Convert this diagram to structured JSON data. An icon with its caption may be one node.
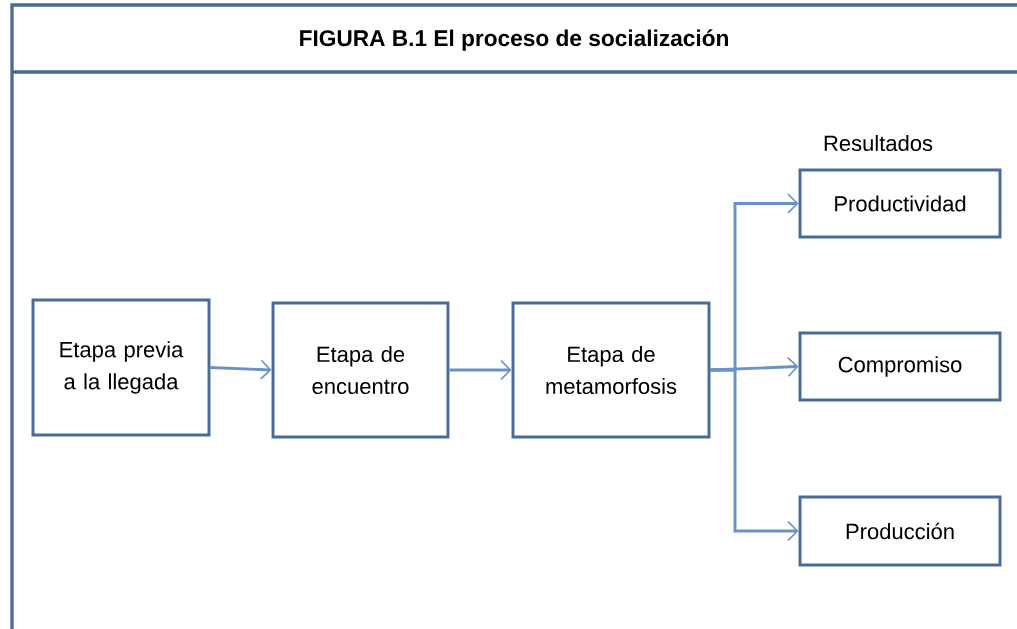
{
  "diagram": {
    "title": "FIGURA B.1 El proceso de socialización",
    "nodes": [
      {
        "text": [
          "Etapa previa a la llegada"
        ]
      },
      {
        "text": [
          "Etapa de encuentro"
        ]
      },
      {
        "text": [
          "Etapa de metamorfosis"
        ]
      },
      {
        "text": [
          "Productividad"
        ]
      },
      {
        "text": [
          "Compromiso"
        ]
      },
      {
        "text": [
          "Producción"
        ]
      }
    ],
    "edges": [
      {
        "from": 0,
        "to": 1,
        "arrow": "to"
      },
      {
        "from": 1,
        "to": 2,
        "arrow": "to"
      },
      {
        "from": 2,
        "to": 3,
        "arrow": "to"
      },
      {
        "from": 2,
        "to": 4,
        "arrow": "to"
      },
      {
        "from": 2,
        "to": 5,
        "arrow": "to"
      }
    ],
    "labels": [
      "Resultados"
    ]
  }
}
